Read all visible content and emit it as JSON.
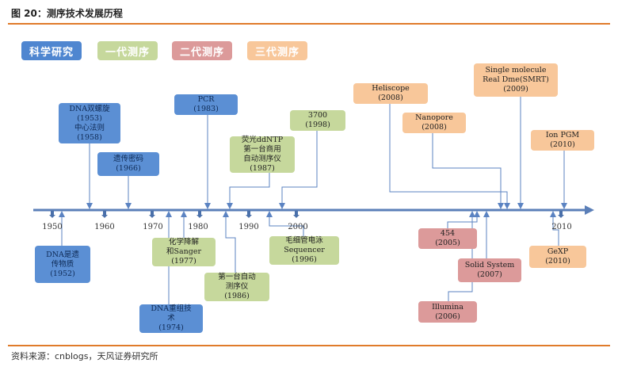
{
  "caption": "图 20：测序技术发展历程",
  "source": "资料来源：cnblogs，天风证券研究所",
  "legend": [
    {
      "key": "sci",
      "label": "科学研究",
      "color": "#4f86d0"
    },
    {
      "key": "g1",
      "label": "一代测序",
      "color": "#c6d89c"
    },
    {
      "key": "g2",
      "label": "二代测序",
      "color": "#dc9a9a"
    },
    {
      "key": "g3",
      "label": "三代测序",
      "color": "#f8c79a"
    }
  ],
  "years": [
    "1950",
    "1960",
    "1970",
    "1980",
    "1990",
    "2000",
    "2010"
  ],
  "events": [
    {
      "id": "dna-double-helix",
      "lines": [
        "DNA双螺旋",
        "(1953)",
        "中心法则",
        "(1958)"
      ]
    },
    {
      "id": "genetic-code",
      "lines": [
        "遗传密码",
        "(1966)"
      ]
    },
    {
      "id": "pcr",
      "lines": [
        "PCR",
        "(1983)"
      ]
    },
    {
      "id": "fluorescent-ddntp",
      "lines": [
        "荧光ddNTP",
        "第一台商用",
        "自动测序仪",
        "(1987)"
      ]
    },
    {
      "id": "3700",
      "lines": [
        "3700",
        "(1998)"
      ]
    },
    {
      "id": "heliscope",
      "lines": [
        "Heliscope",
        "(2008)"
      ]
    },
    {
      "id": "single-molecule",
      "lines": [
        "Single molecule",
        "Real Dme(SMRT)",
        "(2009)"
      ]
    },
    {
      "id": "nanopore",
      "lines": [
        "Nanopore",
        "(2008)"
      ]
    },
    {
      "id": "ion-pgm",
      "lines": [
        "Ion PGM",
        "(2010)"
      ]
    },
    {
      "id": "dna-genetic-material",
      "lines": [
        "DNA是遗",
        "传物质",
        "(1952)"
      ]
    },
    {
      "id": "chemical-degradation",
      "lines": [
        "化学降解",
        "和Sanger",
        "(1977)"
      ]
    },
    {
      "id": "first-auto-sequencer",
      "lines": [
        "第一台自动",
        "测序仪",
        "(1986)"
      ]
    },
    {
      "id": "capillary",
      "lines": [
        "毛细管电泳",
        "Sequencer",
        "(1996)"
      ]
    },
    {
      "id": "dna-recombination",
      "lines": [
        "DNA重组技",
        "术",
        "(1974)"
      ]
    },
    {
      "id": "454",
      "lines": [
        "454",
        "(2005)"
      ]
    },
    {
      "id": "solid-system",
      "lines": [
        "Solid System",
        "(2007)"
      ]
    },
    {
      "id": "illumina",
      "lines": [
        "Illumina",
        "(2006)"
      ]
    },
    {
      "id": "gexp",
      "lines": [
        "GeXP",
        "(2010)"
      ]
    }
  ]
}
